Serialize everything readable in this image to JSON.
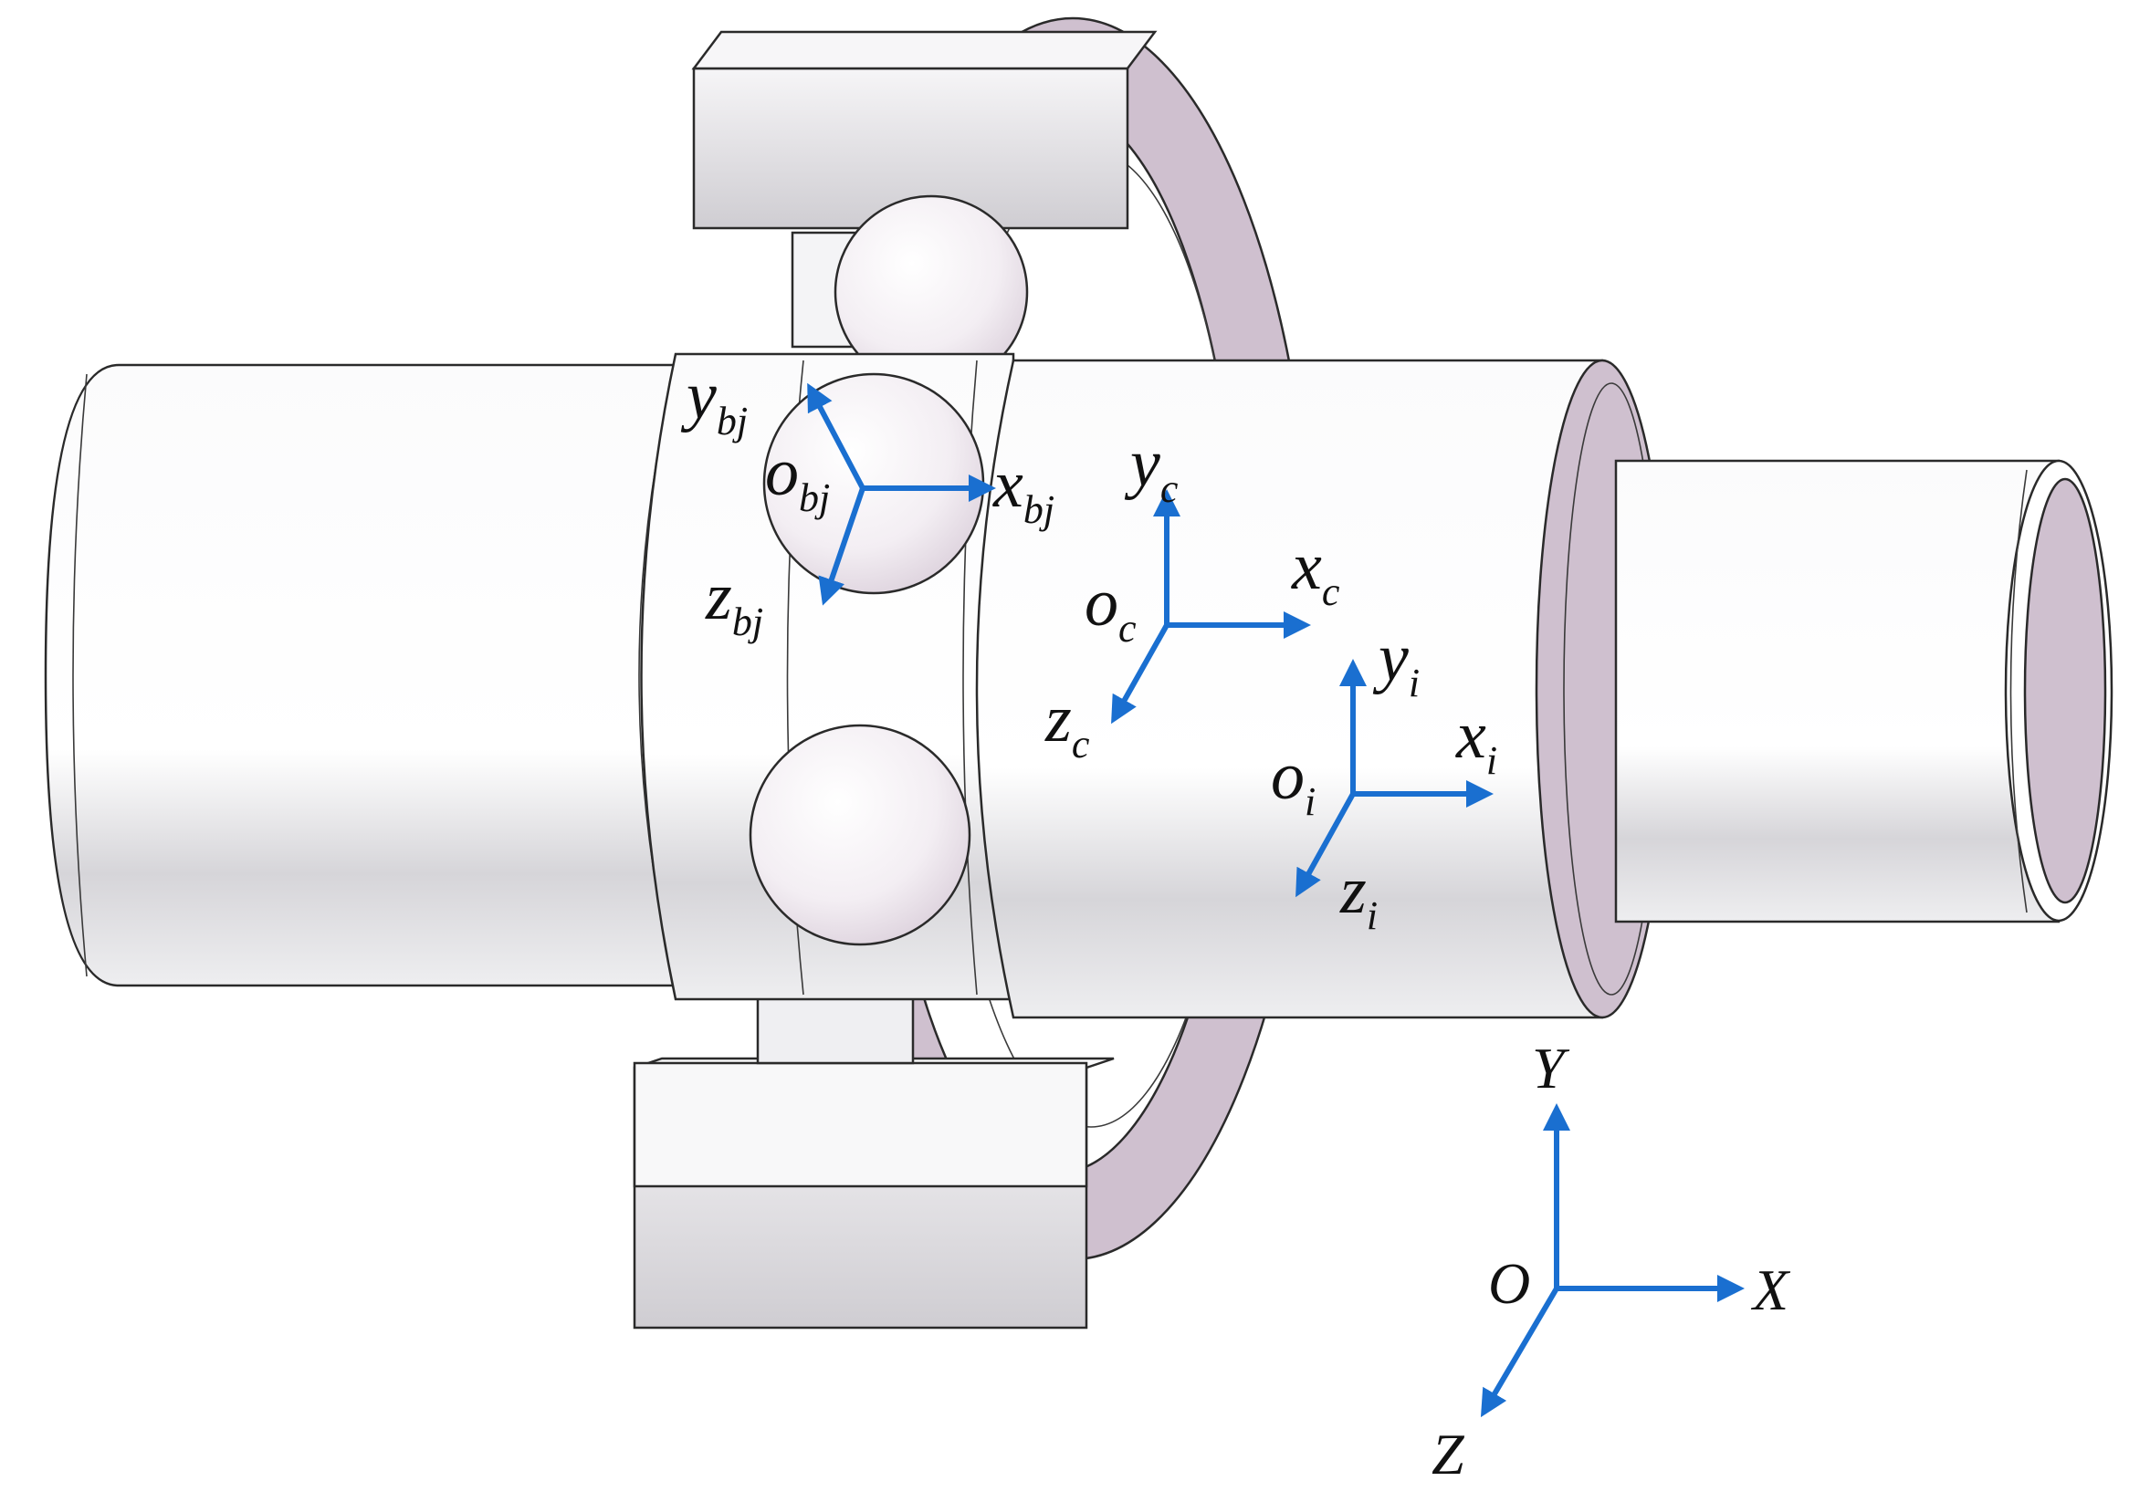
{
  "frames": {
    "ball": {
      "origin": {
        "base": "o",
        "sub": "bj"
      },
      "x": {
        "base": "x",
        "sub": "bj"
      },
      "y": {
        "base": "y",
        "sub": "bj"
      },
      "z": {
        "base": "z",
        "sub": "bj"
      }
    },
    "cage": {
      "origin": {
        "base": "o",
        "sub": "c"
      },
      "x": {
        "base": "x",
        "sub": "c"
      },
      "y": {
        "base": "y",
        "sub": "c"
      },
      "z": {
        "base": "z",
        "sub": "c"
      }
    },
    "inner": {
      "origin": {
        "base": "o",
        "sub": "i"
      },
      "x": {
        "base": "x",
        "sub": "i"
      },
      "y": {
        "base": "y",
        "sub": "i"
      },
      "z": {
        "base": "z",
        "sub": "i"
      }
    },
    "global": {
      "origin": "O",
      "x": "X",
      "y": "Y",
      "z": "Z"
    }
  },
  "colors": {
    "axis": "#1a6fd0",
    "metal": "#f3f2f4",
    "face": "#cfc0cf",
    "outline": "#2a2a2a"
  }
}
